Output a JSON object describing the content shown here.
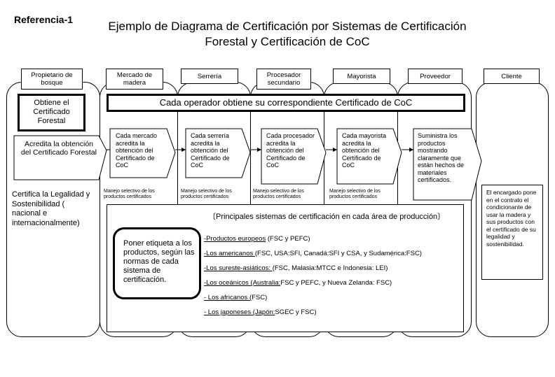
{
  "reference": "Referencia-1",
  "title_line1": "Ejemplo de Diagrama de Certificación por  Sistemas de Certificación",
  "title_line2": "Forestal y Certificación de CoC",
  "columns": [
    {
      "header": "Propietario de bosque"
    },
    {
      "header": "Mercado de madera"
    },
    {
      "header": "Serrería"
    },
    {
      "header": "Procesador secundario"
    },
    {
      "header": "Mayorista"
    },
    {
      "header": "Proveedor"
    },
    {
      "header": "Cliente"
    }
  ],
  "obtiene": "Obtiene el Certificado Forestal",
  "cada_operador": "Cada operador obtiene su correspondiente Certificado de CoC",
  "acredita": "Acredita la obtención del Certificado Forestal",
  "flow_boxes": [
    "Cada mercado acredita la obtención del Certificado de CoC",
    "Cada serrería acredita la obtención del Certificado de CoC",
    "Cada procesador acredita la obtención del Certificado de CoC",
    "Cada mayorista acredita la obtención del Certificado de CoC",
    "Suministra los productos mostrando claramente que están hechos de materiales certificados."
  ],
  "manejo": "Manejo selectivo de los productos certificados",
  "certifica": "Certifica la Legalidad y Sostenibilidad ( nacional e internacionalmente)",
  "systems_title": "Principales sistemas de certificación en cada área  de producción",
  "poner": "Poner etiqueta a los productos, según las normas de cada sistema de certificación.",
  "systems": [
    {
      "u": "-Productos europeos",
      "rest": " (FSC y PEFC)"
    },
    {
      "u": "-Los americanos ",
      "rest": "(FSC, USA:SFI, Canadá:SFI y CSA, y Sudamérica:FSC)"
    },
    {
      "u": "-Los sureste-asiáticos: ",
      "rest": "(FSC, Malasia:MTCC e Indonesia: LEI)"
    },
    {
      "u": "-Los oceánicos (Australia:",
      "rest": "FSC y PEFC, y Nueva Zelanda: FSC)"
    },
    {
      "u": "- Los africanos (",
      "rest": "FSC)"
    },
    {
      "u": "- Los japoneses (Japón:",
      "rest": "SGEC y FSC)"
    }
  ],
  "cliente_text": "El encargado pone en el contrato el condicionante de usar  la madera y sus productos con el certificado de su legalidad y sostenibilidad."
}
